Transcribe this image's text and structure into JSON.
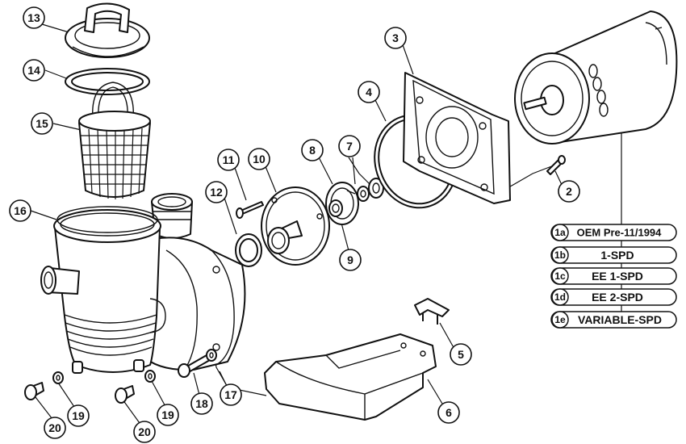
{
  "callouts": [
    "13",
    "14",
    "15",
    "16",
    "11",
    "10",
    "12",
    "8",
    "7",
    "9",
    "4",
    "3",
    "2",
    "5",
    "6",
    "20",
    "19",
    "18",
    "17",
    "20",
    "19"
  ],
  "motor_variants": [
    {
      "id": "1a",
      "label": "OEM Pre-11/1994"
    },
    {
      "id": "1b",
      "label": "1-SPD"
    },
    {
      "id": "1c",
      "label": "EE 1-SPD"
    },
    {
      "id": "1d",
      "label": "EE 2-SPD"
    },
    {
      "id": "1e",
      "label": "VARIABLE-SPD"
    }
  ]
}
